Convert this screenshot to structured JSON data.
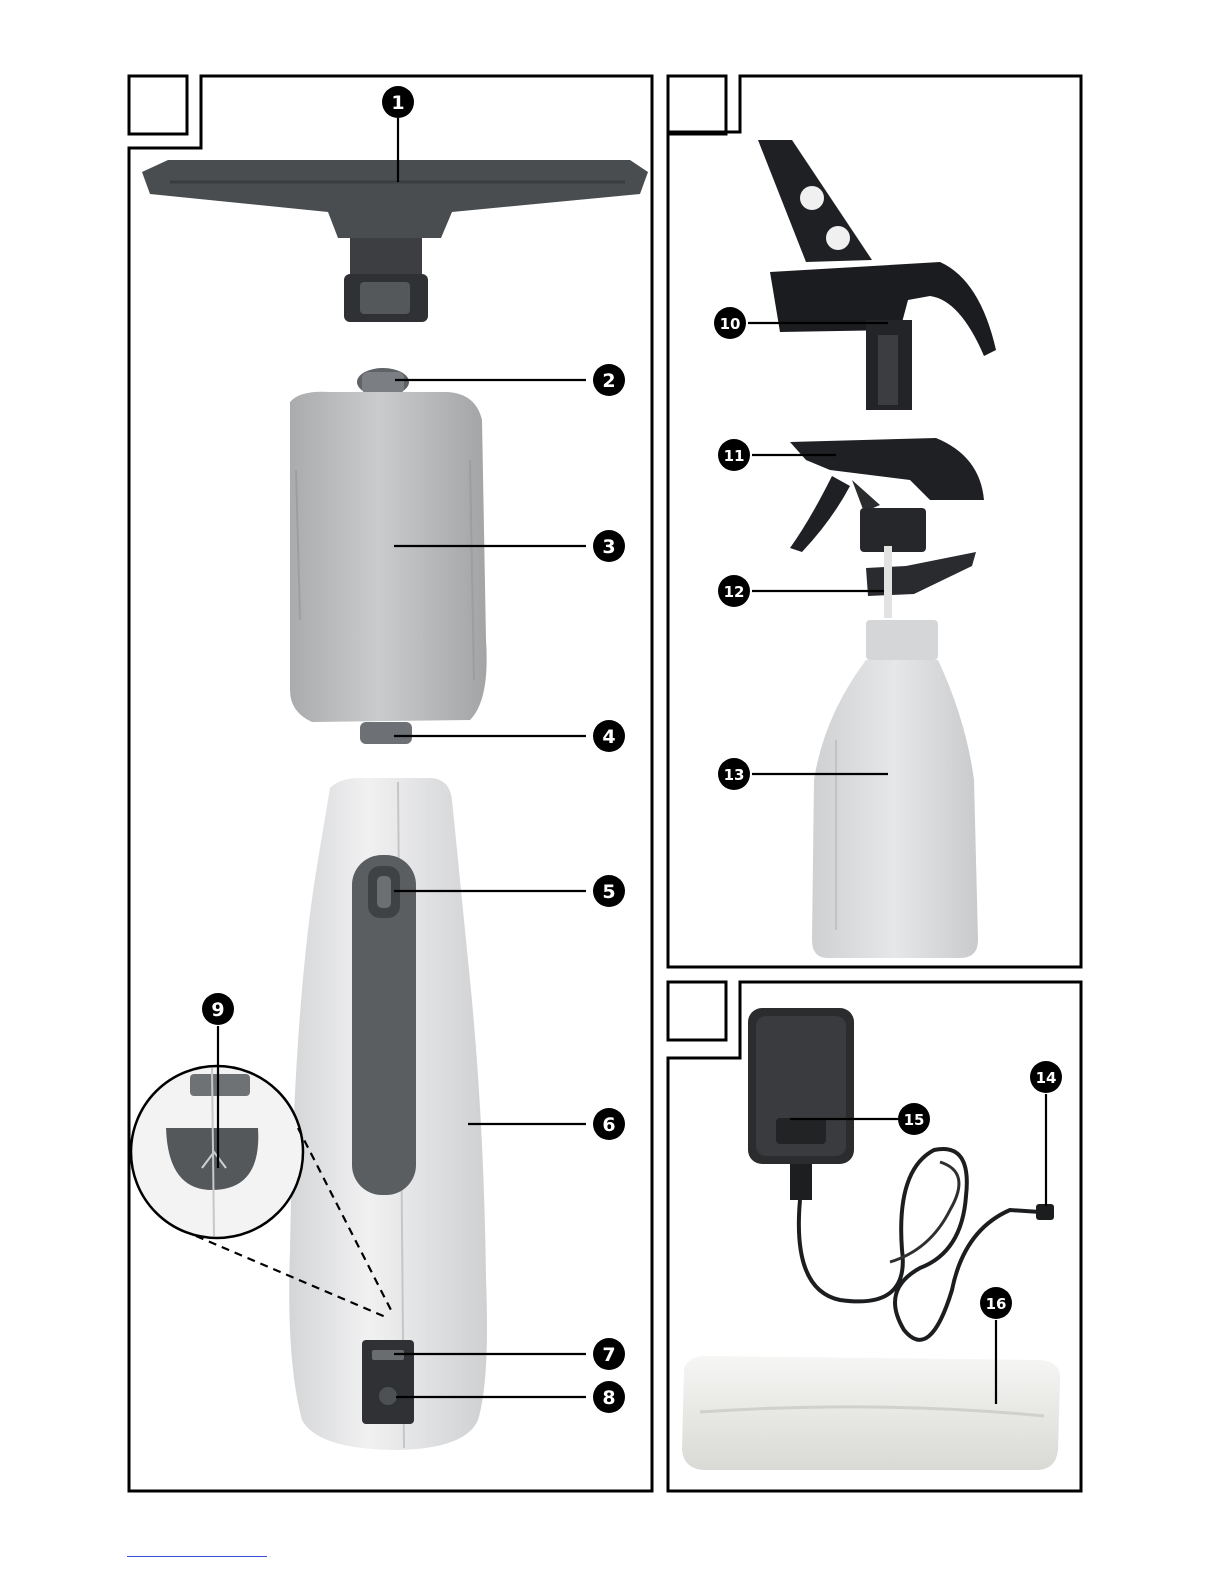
{
  "figure": {
    "panels": [
      {
        "id": "panel-window-vacuum"
      },
      {
        "id": "panel-spray-bottle"
      },
      {
        "id": "panel-charger-pad"
      }
    ],
    "callouts": [
      {
        "number": "1",
        "label": "❶"
      },
      {
        "number": "2",
        "label": "❷"
      },
      {
        "number": "3",
        "label": "❸"
      },
      {
        "number": "4",
        "label": "❹"
      },
      {
        "number": "5",
        "label": "❺"
      },
      {
        "number": "6",
        "label": "❻"
      },
      {
        "number": "7",
        "label": "❼"
      },
      {
        "number": "8",
        "label": "❽"
      },
      {
        "number": "9",
        "label": "❾"
      },
      {
        "number": "10",
        "label": "❿"
      },
      {
        "number": "11",
        "label": "⓫"
      },
      {
        "number": "12",
        "label": "⓬"
      },
      {
        "number": "13",
        "label": "⓭"
      },
      {
        "number": "14",
        "label": "⓮"
      },
      {
        "number": "15",
        "label": "⓯"
      },
      {
        "number": "16",
        "label": "⓰"
      }
    ],
    "colors": {
      "frame": "#000000",
      "nozzle": "#4a4d50",
      "tank": "#bfc1c3",
      "body": "#e6e7e8",
      "grip": "#5b5e61",
      "spray_head": "#1f2023",
      "bottle": "#dcdddf",
      "charger": "#2b2c2e",
      "pad": "#ededeb"
    }
  }
}
